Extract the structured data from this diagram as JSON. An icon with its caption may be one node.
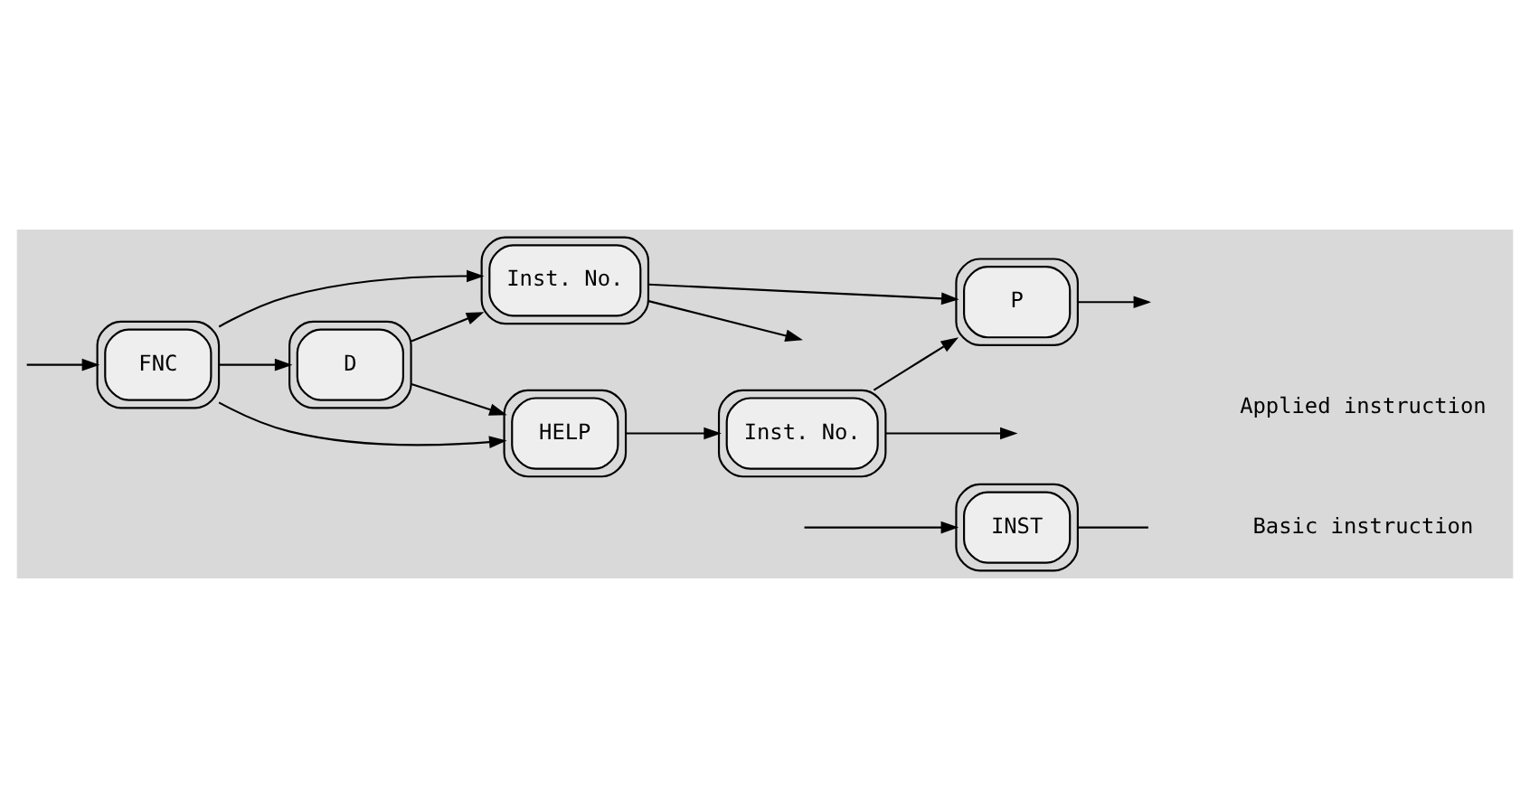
{
  "diagram": {
    "nodes": [
      {
        "text": [
          "INST"
        ]
      },
      {
        "text": [
          "FNC"
        ]
      },
      {
        "text": [
          "D"
        ]
      },
      {
        "text": [
          "Inst. No."
        ]
      },
      {
        "text": [
          "HELP"
        ]
      },
      {
        "text": [
          "Inst. No."
        ]
      },
      {
        "text": [
          "P"
        ]
      }
    ],
    "edges": [
      {
        "from": null,
        "to": 0,
        "arrow": "to"
      },
      {
        "from": null,
        "to": 1,
        "arrow": "to"
      },
      {
        "from": 0,
        "to": null,
        "arrow": "none"
      },
      {
        "from": 1,
        "to": 3,
        "arrow": "to"
      },
      {
        "from": 1,
        "to": 2,
        "arrow": "to"
      },
      {
        "from": 2,
        "to": 3,
        "arrow": "to"
      },
      {
        "from": 1,
        "to": 4,
        "arrow": "to"
      },
      {
        "from": 2,
        "to": 4,
        "arrow": "to"
      },
      {
        "from": 4,
        "to": 5,
        "arrow": "to"
      },
      {
        "from": 3,
        "to": 6,
        "arrow": "to"
      },
      {
        "from": 5,
        "to": 6,
        "arrow": "to"
      },
      {
        "from": 3,
        "to": null,
        "arrow": "to"
      },
      {
        "from": 5,
        "to": null,
        "arrow": "to"
      },
      {
        "from": 6,
        "to": null,
        "arrow": "to"
      }
    ],
    "labels": [
      "Basic instruction",
      "Applied instruction"
    ]
  }
}
